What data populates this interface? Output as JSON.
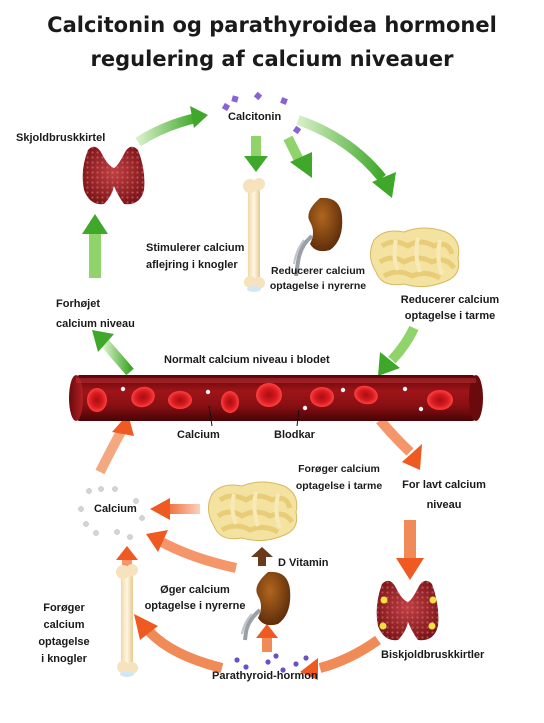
{
  "title": {
    "line1": "Calcitonin og parathyroidea hormonel",
    "line2": "regulering af calcium niveauer"
  },
  "labels": {
    "skjoldbruskkirtel": "Skjoldbruskkirtel",
    "calcitonin": "Calcitonin",
    "stimulerer_1": "Stimulerer calcium",
    "stimulerer_2": "aflejring i knogler",
    "reducerer_nyre_1": "Reducerer calcium",
    "reducerer_nyre_2": "optagelse i nyrerne",
    "reducerer_tarm_1": "Reducerer calcium",
    "reducerer_tarm_2": "optagelse i tarme",
    "forhojet_1": "Forhøjet",
    "forhojet_2": "calcium niveau",
    "normalt": "Normalt calcium niveau i blodet",
    "calcium_vessel": "Calcium",
    "blodkar": "Blodkar",
    "for_lavt_1": "For lavt calcium",
    "for_lavt_2": "niveau",
    "foroger_tarm_1": "Forøger calcium",
    "foroger_tarm_2": "optagelse i tarme",
    "calcium_cluster": "Calcium",
    "d_vitamin": "D Vitamin",
    "oger_nyre_1": "Øger calcium",
    "oger_nyre_2": "optagelse i nyrerne",
    "foroger_knogler_1": "Forøger",
    "foroger_knogler_2": "calcium",
    "foroger_knogler_3": "optagelse",
    "foroger_knogler_4": "i knogler",
    "biskjoldbruskkirtler": "Biskjoldbruskkirtler",
    "parathyroid": "Parathyroid-hormon"
  },
  "colors": {
    "green_arrow": "#5cbf3a",
    "orange_arrow": "#f0703a",
    "vessel": "#8a0f12",
    "red_cell": "#d4191c",
    "thyroid": "#a3282c",
    "intestine": "#f0dc8c",
    "kidney": "#8c4a1c",
    "calcitonin_particle": "#8a63d2",
    "pth_particle": "#6b4fc8"
  }
}
